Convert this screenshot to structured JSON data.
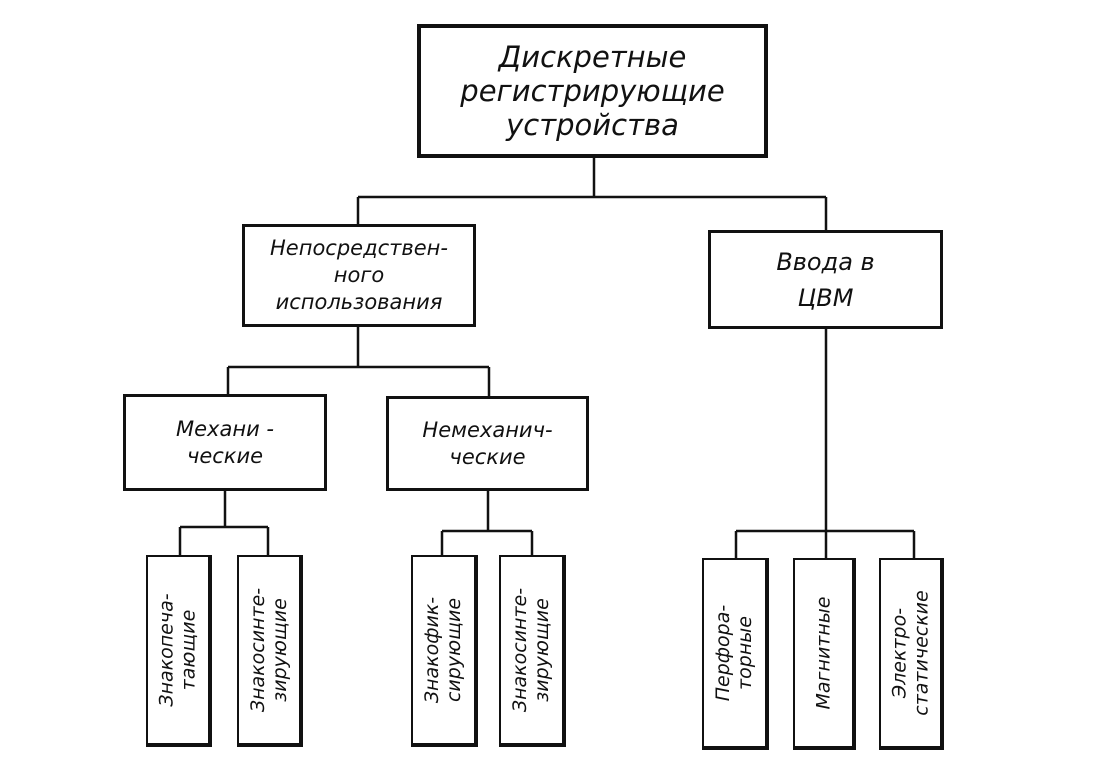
{
  "root": {
    "label": "Дискретные\nрегистрирующие\nустройства"
  },
  "direct": {
    "label": "Непосредствен-\nного\nиспользования"
  },
  "input": {
    "label": "Ввода   в\nЦВМ"
  },
  "mechanical": {
    "label": "Механи  -\nческие"
  },
  "nonmechanical": {
    "label": "Немеханич-\nческие"
  },
  "leaves": [
    {
      "label": "Знакопеча-\nтающие"
    },
    {
      "label": "Знакосинте-\nзирующие"
    },
    {
      "label": "Знакофик-\nсирующие"
    },
    {
      "label": "Знакосинте-\nзирующие"
    },
    {
      "label": "Перфора-\nторные"
    },
    {
      "label": "Магнитные"
    },
    {
      "label": "Электро-\nстатические"
    }
  ],
  "colors": {
    "ink": "#111111",
    "paper": "#ffffff"
  }
}
